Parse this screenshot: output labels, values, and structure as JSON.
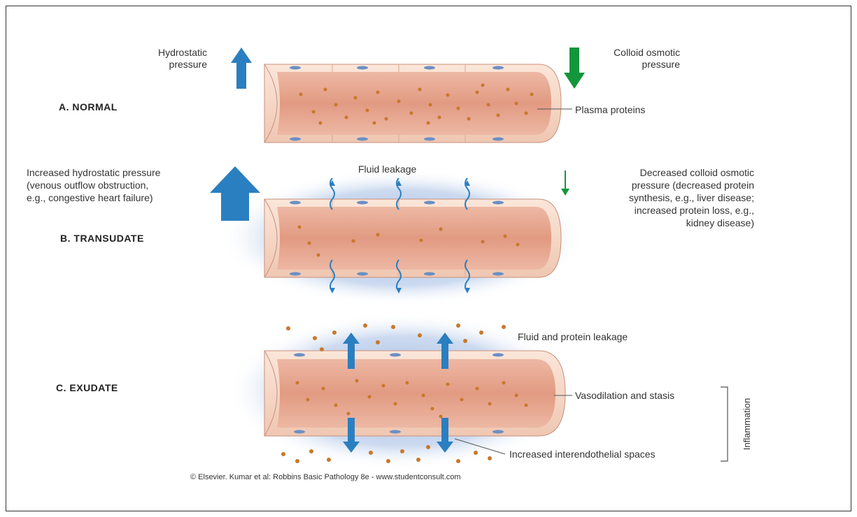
{
  "sections": {
    "a_title": "A. NORMAL",
    "b_title": "B. TRANSUDATE",
    "c_title": "C. EXUDATE"
  },
  "normal": {
    "hydrostatic_line1": "Hydrostatic",
    "hydrostatic_line2": "pressure",
    "colloid_line1": "Colloid osmotic",
    "colloid_line2": "pressure",
    "plasma_proteins": "Plasma proteins"
  },
  "transudate": {
    "fluid_leakage": "Fluid leakage",
    "hydro_line1": "Increased hydrostatic pressure",
    "hydro_line2": "(venous outflow obstruction,",
    "hydro_line3": "e.g., congestive heart failure)",
    "colloid_line1": "Decreased colloid osmotic",
    "colloid_line2": "pressure (decreased protein",
    "colloid_line3": "synthesis, e.g., liver disease;",
    "colloid_line4": "increased protein loss, e.g.,",
    "colloid_line5": "kidney disease)"
  },
  "exudate": {
    "fluid_protein_leakage": "Fluid and protein leakage",
    "vasodilation": "Vasodilation and stasis",
    "interendothelial": "Increased interendothelial spaces",
    "inflammation": "Inflammation"
  },
  "credit": "© Elsevier. Kumar et al: Robbins Basic Pathology 8e - www.studentconsult.com",
  "colors": {
    "blue_arrow": "#2a7fc1",
    "green_arrow": "#14963c",
    "vessel_wall": "#f4d6c4",
    "lumen": "#e39d86",
    "protein": "#c8782a",
    "nucleus": "#6b8fc4",
    "halo": "#9ab6e0"
  }
}
